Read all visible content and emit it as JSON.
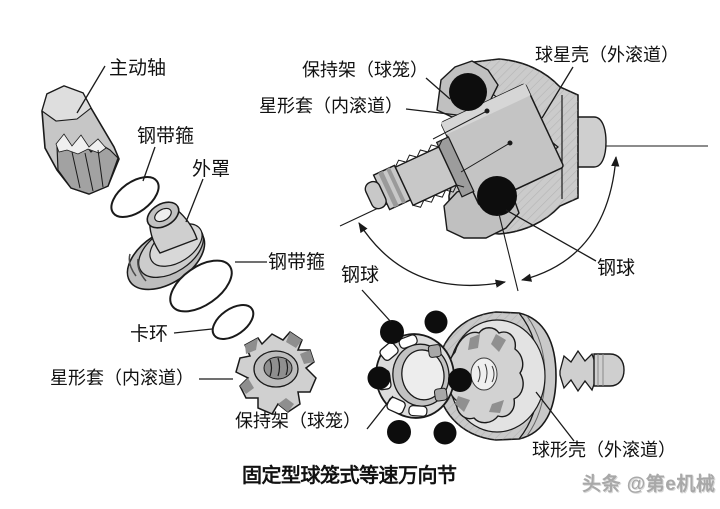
{
  "figure": {
    "caption": "固定型球笼式等速万向节",
    "watermark": "头条 @第e机械",
    "callouts": {
      "drive_shaft": "主动轴",
      "band_clamp_upper": "钢带箍",
      "boot": "外罩",
      "band_clamp_lower": "钢带箍",
      "snap_ring": "卡环",
      "star_sleeve_exploded": "星形套（内滚道）",
      "cage_assembly": "保持架（球笼）",
      "cage_section": "保持架（球笼）",
      "star_sleeve_section": "星形套（内滚道）",
      "outer_shell_section": "球星壳（外滚道）",
      "steel_ball_assembly": "钢球",
      "steel_ball_section": "钢球",
      "outer_shell_assembly": "球形壳（外滚道）"
    },
    "colors": {
      "background": "#ffffff",
      "outline": "#1a1a1a",
      "part_fill_light": "#cbcbcb",
      "part_fill_mid": "#9c9c9c",
      "steel_ball": "#0d0d0d",
      "label_text": "#111111",
      "watermark_text": "#a8a8a8"
    }
  }
}
